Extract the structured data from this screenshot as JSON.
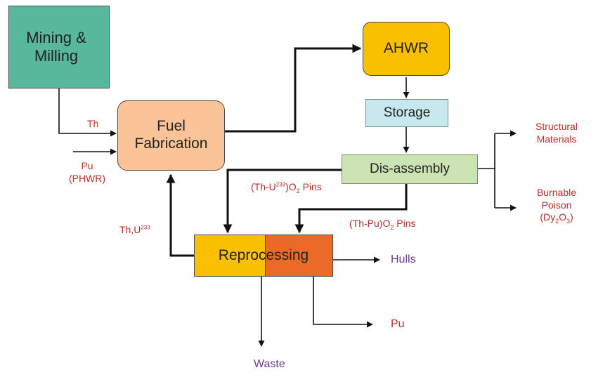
{
  "nodes": {
    "mining": {
      "text": "Mining &\nMilling",
      "color": "#58b89c"
    },
    "fuel": {
      "text": "Fuel\nFabrication",
      "color": "#fbc498"
    },
    "ahwr": {
      "text": "AHWR",
      "color": "#f8c000"
    },
    "storage": {
      "text": "Storage",
      "color": "#c8e8ef"
    },
    "disassembly": {
      "text": "Dis-assembly",
      "color": "#cce4b4"
    },
    "reprocessing": {
      "text": "Reprocessing",
      "color_left": "#f8c000",
      "color_right": "#ec6a28"
    }
  },
  "labels": {
    "th": "Th",
    "pu_phwr": "Pu\n(PHWR)",
    "th_u": {
      "main": "Th,U",
      "sup": "233"
    },
    "th_u_pins": {
      "pre": "(Th-U",
      "sup": "233",
      "mid": ")O",
      "sub": "2",
      "post": " Pins"
    },
    "th_pu_pins": {
      "pre": "(Th-Pu)O",
      "sub": "2",
      "post": " Pins"
    },
    "structural": "Structural\nMaterials",
    "burnable": {
      "line1": "Burnable",
      "line2": "Poison",
      "pre": "(Dy",
      "sub1": "2",
      "mid": "O",
      "sub2": "3",
      "post": ")"
    }
  },
  "outputs": {
    "hulls": "Hulls",
    "pu": "Pu",
    "waste": "Waste"
  },
  "colors": {
    "line": "#111111",
    "label_red": "#b8302a",
    "output_purple": "#6a3a8e"
  }
}
